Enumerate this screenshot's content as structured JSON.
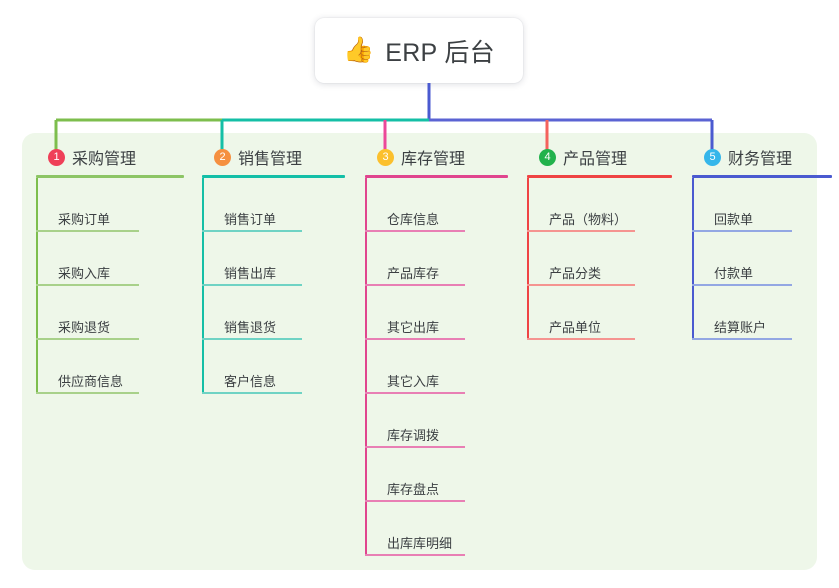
{
  "root": {
    "icon": "thumbs-up-icon",
    "icon_glyph": "👍",
    "title": "ERP 后台"
  },
  "palette": {
    "page_background": "#ffffff",
    "panel_background": "#eef7e9",
    "text": "#3c4043",
    "root_stem": "#4a5ad0"
  },
  "top_bar": {
    "segments": [
      {
        "name": "segment-green",
        "color": "#7dbe4d"
      },
      {
        "name": "segment-teal",
        "color": "#14bfa6"
      },
      {
        "name": "segment-blue",
        "color": "#5b63d3"
      }
    ]
  },
  "columns": [
    {
      "index": "1",
      "title": "采购管理",
      "badge_color": "#ef4058",
      "branch_color": "#7dbe4d",
      "rule_color": "#8cc565",
      "leaf_rule_color": "#a8d18a",
      "stub_color": "#7dbe4d",
      "leaves": [
        "采购订单",
        "采购入库",
        "采购退货",
        "供应商信息"
      ]
    },
    {
      "index": "2",
      "title": "销售管理",
      "badge_color": "#f59040",
      "branch_color": "#14bfa6",
      "rule_color": "#13bfa7",
      "leaf_rule_color": "#6fd3c4",
      "stub_color": "#14bfa6",
      "leaves": [
        "销售订单",
        "销售出库",
        "销售退货",
        "客户信息"
      ]
    },
    {
      "index": "3",
      "title": "库存管理",
      "badge_color": "#fbc02d",
      "branch_color": "#e0458e",
      "rule_color": "#e0458e",
      "leaf_rule_color": "#e87fb4",
      "stub_color": "#ec4899",
      "leaves": [
        "仓库信息",
        "产品库存",
        "其它出库",
        "其它入库",
        "库存调拨",
        "库存盘点",
        "出库库明细"
      ]
    },
    {
      "index": "4",
      "title": "产品管理",
      "badge_color": "#22b24c",
      "branch_color": "#ef4444",
      "rule_color": "#ef4444",
      "leaf_rule_color": "#f59490",
      "stub_color": "#f4625d",
      "leaves": [
        "产品（物料）",
        "产品分类",
        "产品单位"
      ]
    },
    {
      "index": "5",
      "title": "财务管理",
      "badge_color": "#35b6ea",
      "branch_color": "#4a5ad0",
      "rule_color": "#4a5ad0",
      "leaf_rule_color": "#93a7e3",
      "stub_color": "#4a5ad0",
      "leaves": [
        "回款单",
        "付款单",
        "结算账户"
      ]
    }
  ]
}
